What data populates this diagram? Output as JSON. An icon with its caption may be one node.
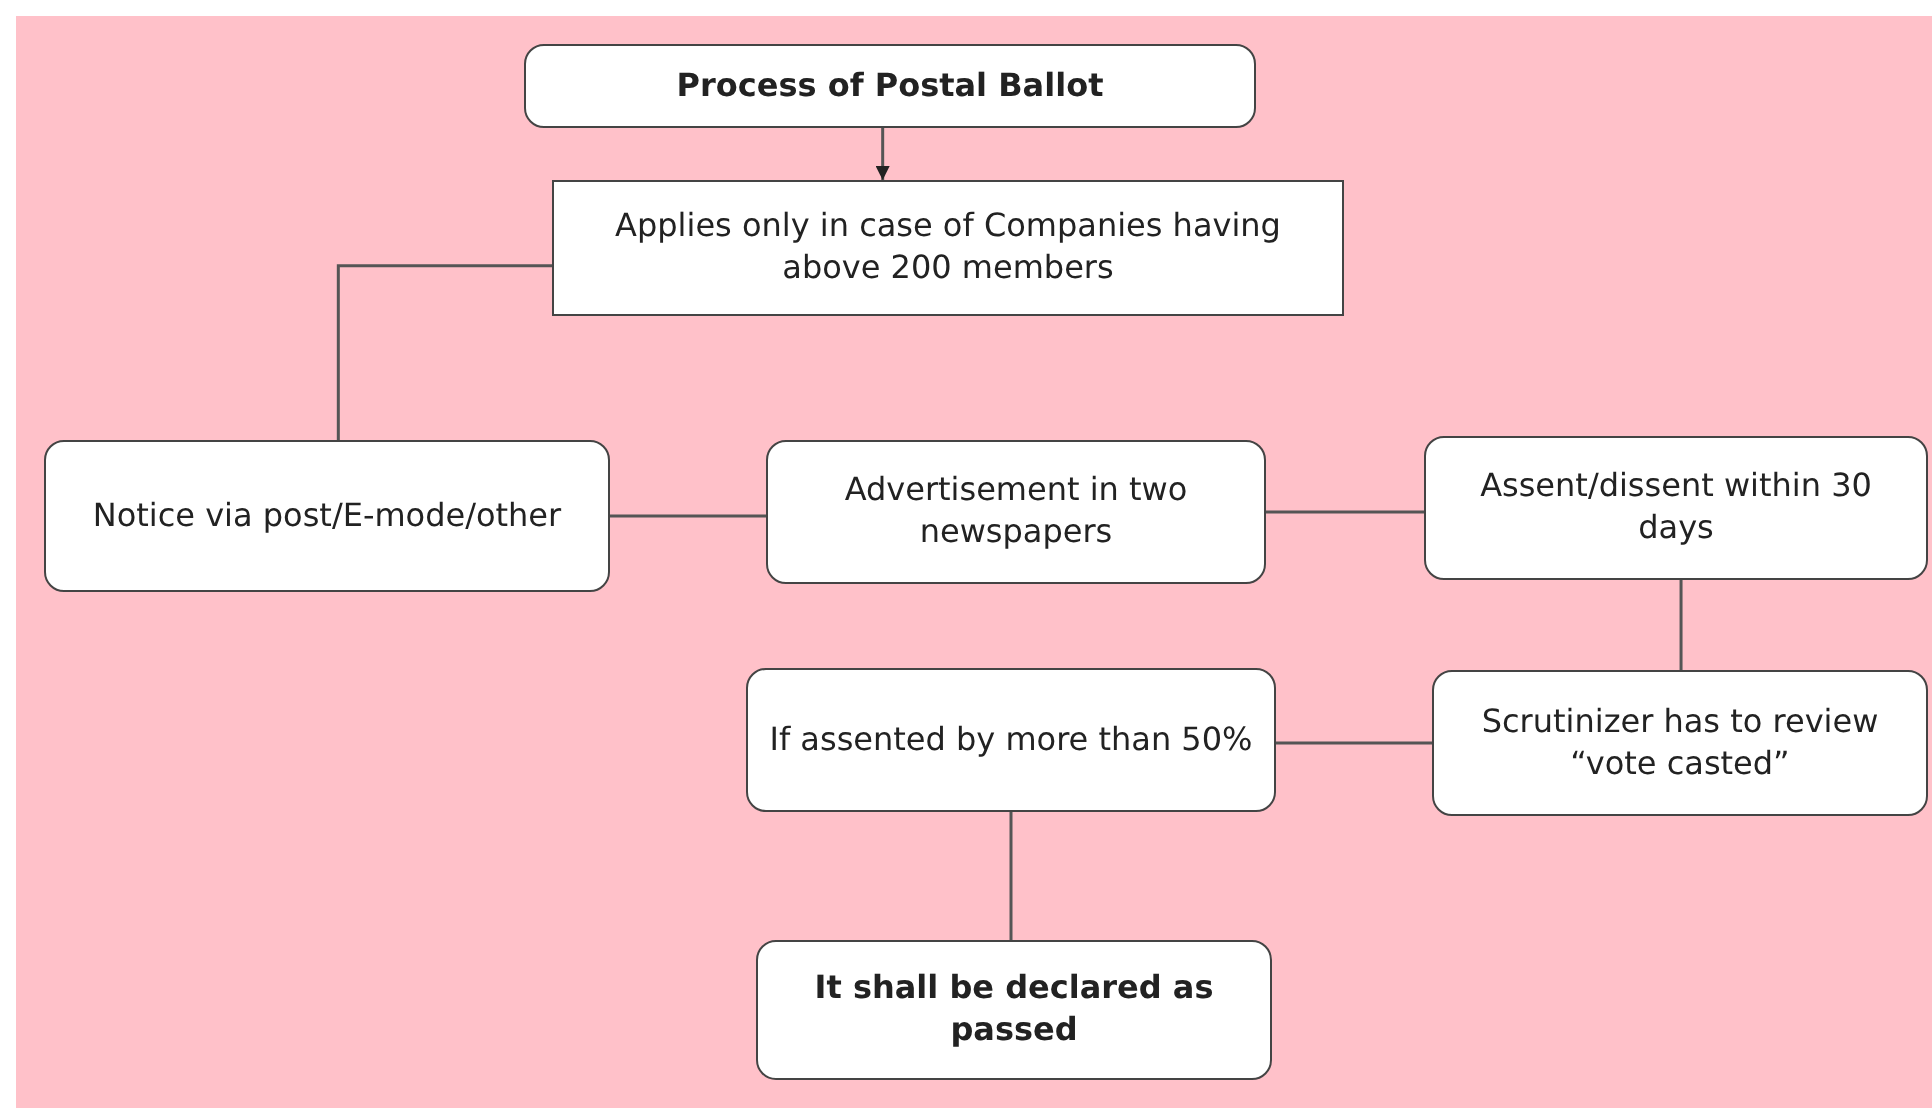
{
  "diagram": {
    "nodes": [
      {
        "text": [
          "Process of Postal Ballot"
        ]
      },
      {
        "text": [
          "Applies only in case of Companies having above 200 members"
        ]
      },
      {
        "text": [
          "Notice via post/E-mode/other"
        ]
      },
      {
        "text": [
          "Advertisement in two newspapers"
        ]
      },
      {
        "text": [
          "Assent/dissent within 30 days"
        ]
      },
      {
        "text": [
          "If assented by more than 50%"
        ]
      },
      {
        "text": [
          "Scrutinizer has to review “vote casted”"
        ]
      },
      {
        "text": [
          "It shall be declared as passed"
        ]
      }
    ],
    "edges": [
      {
        "from": 0,
        "to": 1,
        "arrow": "to"
      },
      {
        "from": 1,
        "to": 2,
        "arrow": "none"
      },
      {
        "from": 2,
        "to": 3,
        "arrow": "none"
      },
      {
        "from": 3,
        "to": 4,
        "arrow": "none"
      },
      {
        "from": 4,
        "to": 6,
        "arrow": "none"
      },
      {
        "from": 6,
        "to": 5,
        "arrow": "none"
      },
      {
        "from": 5,
        "to": 7,
        "arrow": "none"
      }
    ]
  }
}
